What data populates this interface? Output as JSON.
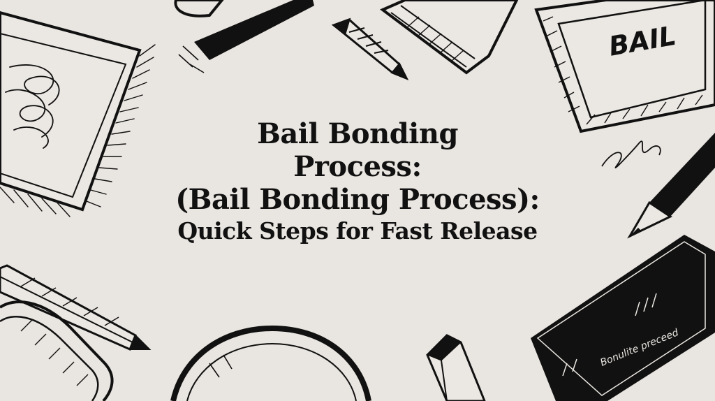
{
  "title": {
    "line1": "Bail Bonding",
    "line2": "Process:",
    "line3": "(Bail Bonding Process):",
    "subtitle": "Quick Steps for Fast Release"
  },
  "doodles": {
    "card_top_right_text": "BAIL",
    "dark_card_text": "Bonulite preceed"
  },
  "colors": {
    "background": "#e9e5e0",
    "ink": "#111111"
  }
}
